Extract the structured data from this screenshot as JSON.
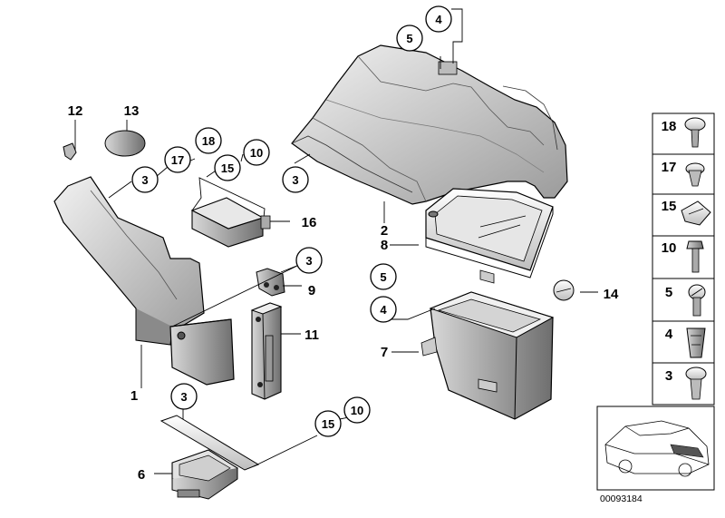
{
  "callouts": {
    "p1": "1",
    "p2": "2",
    "p3": "3",
    "p4": "4",
    "p5": "5",
    "p6": "6",
    "p7": "7",
    "p8": "8",
    "p9": "9",
    "p10": "10",
    "p11": "11",
    "p12": "12",
    "p13": "13",
    "p14": "14",
    "p15": "15",
    "p16": "16",
    "p17": "17",
    "p18": "18"
  },
  "circled": {
    "c5_top": "5",
    "c4_top": "4",
    "c3_trunk": "3",
    "c18": "18",
    "c17": "17",
    "c3_left": "3",
    "c10_a": "10",
    "c15_a": "15",
    "c3_bracket": "3",
    "c5_mid": "5",
    "c4_mid": "4",
    "c3_tray": "3",
    "c15_b": "15",
    "c10_b": "10"
  },
  "legend": {
    "items": [
      "18",
      "17",
      "15",
      "10",
      "5",
      "4",
      "3"
    ]
  },
  "reference": "00093184"
}
